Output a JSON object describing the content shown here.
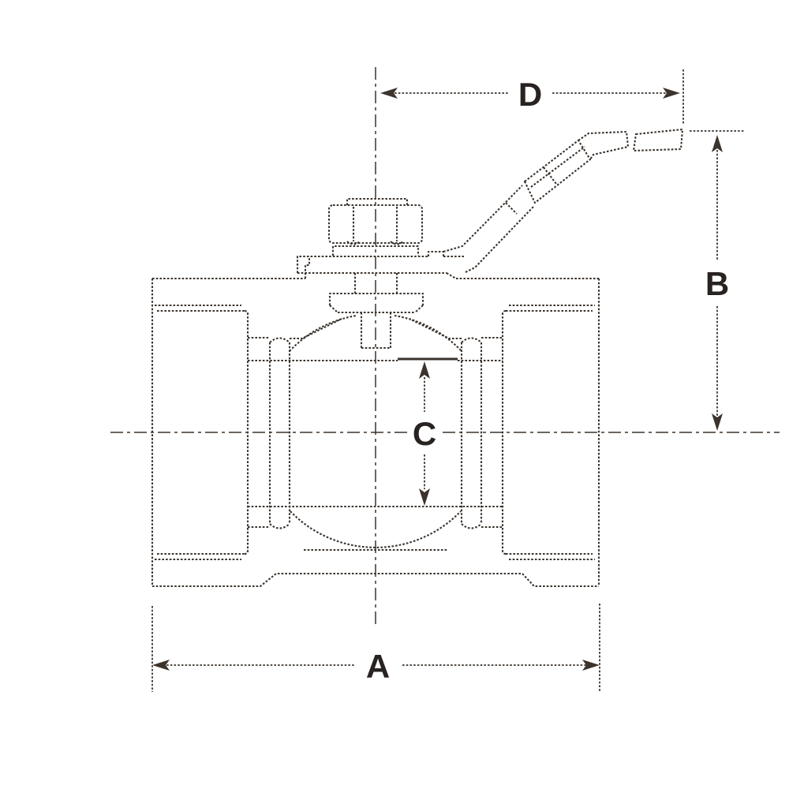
{
  "diagram": {
    "type": "technical-dimension-drawing",
    "subject": "ball-valve-cross-section",
    "dim_labels": {
      "a": "A",
      "b": "B",
      "c": "C",
      "d": "D"
    },
    "colors": {
      "line": "#3b332c",
      "label": "#282220",
      "background": "#ffffff"
    }
  }
}
